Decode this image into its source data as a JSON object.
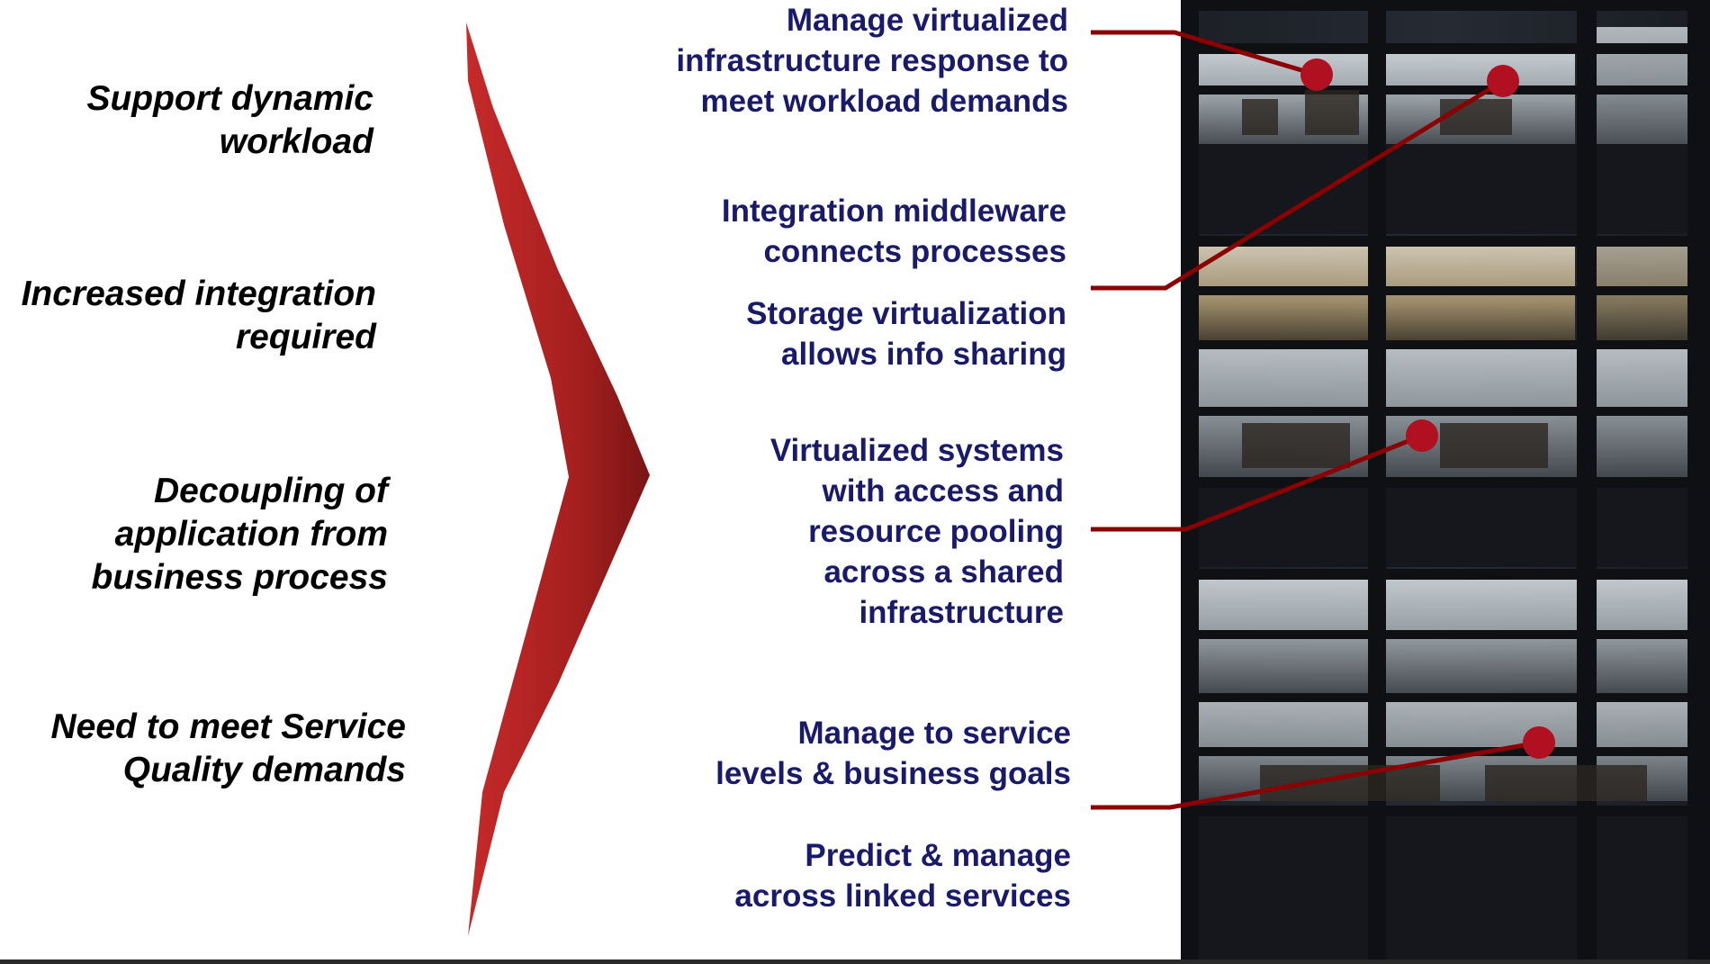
{
  "left": {
    "items": [
      {
        "text": "Support dynamic\nworkload"
      },
      {
        "text": "Increased integration\nrequired"
      },
      {
        "text": "Decoupling of\napplication from\nbusiness process"
      },
      {
        "text": "Need to meet Service\nQuality demands"
      }
    ]
  },
  "right": {
    "items": [
      {
        "text": "Manage virtualized\ninfrastructure response to\nmeet workload demands"
      },
      {
        "text": "Integration middleware\nconnects processes"
      },
      {
        "text": "Storage virtualization\nallows info sharing"
      },
      {
        "text": "Virtualized systems\nwith access and\nresource pooling\nacross a shared\ninfrastructure"
      },
      {
        "text": "Manage to service\nlevels & business goals"
      },
      {
        "text": "Predict & manage\nacross linked services"
      }
    ]
  },
  "colors": {
    "chevron": "#b22222",
    "connector": "#8b0000",
    "right_text": "#1a1a6b",
    "left_text": "#000000"
  },
  "icons": [
    "chevron-arrow",
    "building-photo"
  ]
}
